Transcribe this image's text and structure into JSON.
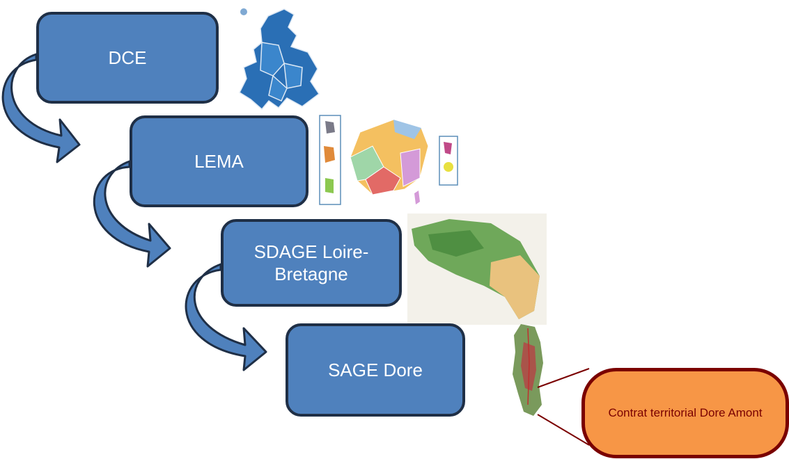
{
  "steps": [
    {
      "label": "DCE"
    },
    {
      "label": "LEMA"
    },
    {
      "label": "SDAGE Loire-Bretagne"
    },
    {
      "label": "SAGE Dore"
    }
  ],
  "final": {
    "label": "Contrat territorial Dore Amont"
  },
  "colors": {
    "step_fill": "#4f81bd",
    "step_border": "#1f2f46",
    "final_fill": "#f79646",
    "final_border": "#7a0000",
    "arrow_fill": "#4f81bd"
  },
  "maps": [
    "europe-map",
    "france-basins-map",
    "loire-bretagne-map",
    "dore-basin-map"
  ]
}
